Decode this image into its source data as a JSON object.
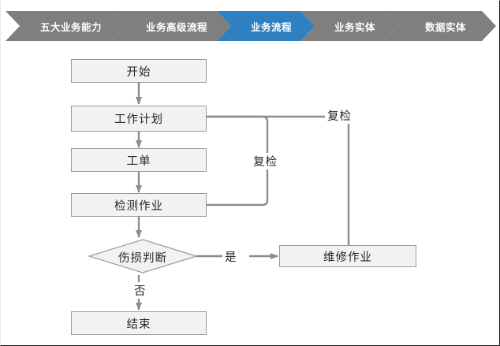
{
  "colors": {
    "chevron_inactive": "#7f7f7f",
    "chevron_active": "#2e80c0",
    "box_fill": "#f2f2f2",
    "box_stroke": "#9a9a9a",
    "connector": "#8c8c8c",
    "text": "#262626",
    "chevron_text": "#ffffff",
    "page_background": "#ffffff"
  },
  "breadcrumb": {
    "items": [
      {
        "label": "五大业务能力",
        "active": false
      },
      {
        "label": "业务高级流程",
        "active": false
      },
      {
        "label": "业务流程",
        "active": true
      },
      {
        "label": "业务实体",
        "active": false
      },
      {
        "label": "数据实体",
        "active": false
      }
    ]
  },
  "flowchart": {
    "nodes": [
      {
        "id": "start",
        "label": "开始",
        "shape": "rect"
      },
      {
        "id": "plan",
        "label": "工作计划",
        "shape": "rect"
      },
      {
        "id": "order",
        "label": "工单",
        "shape": "rect"
      },
      {
        "id": "inspect",
        "label": "检测作业",
        "shape": "rect"
      },
      {
        "id": "decision",
        "label": "伤损判断",
        "shape": "diamond"
      },
      {
        "id": "end",
        "label": "结束",
        "shape": "rect"
      },
      {
        "id": "repair",
        "label": "维修作业",
        "shape": "rect"
      }
    ],
    "edge_labels": {
      "yes": "是",
      "no": "否",
      "recheck_inner": "复检",
      "recheck_outer": "复检"
    }
  }
}
